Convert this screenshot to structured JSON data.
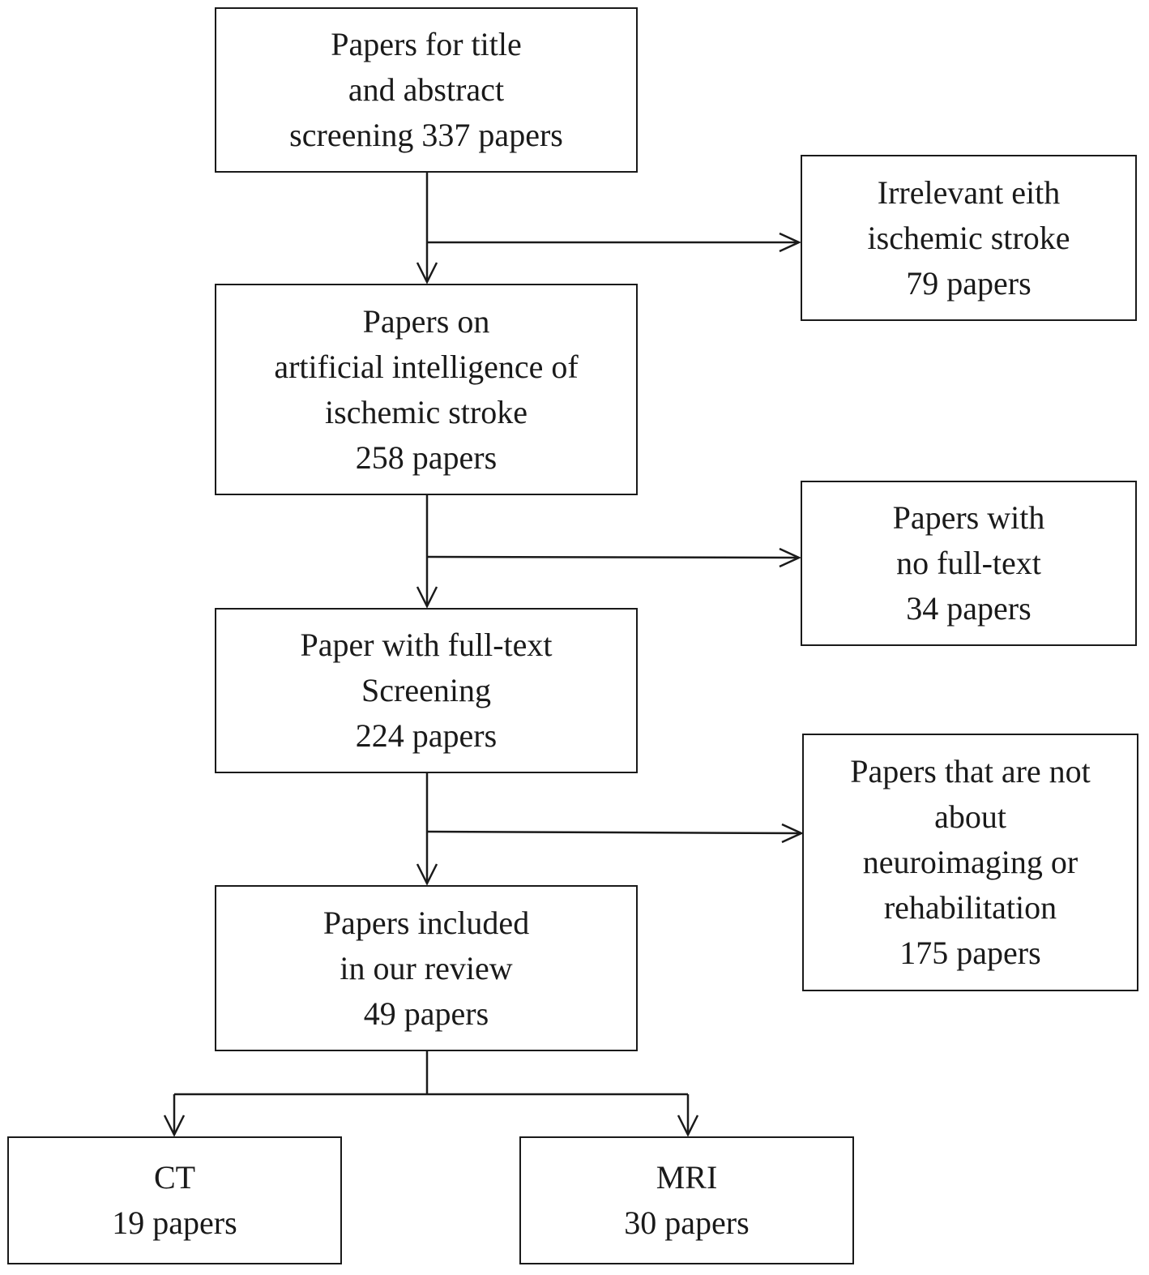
{
  "nodes": {
    "screening": {
      "lines": [
        "Papers for title",
        "and abstract",
        "screening 337 papers"
      ]
    },
    "irrelevant": {
      "lines": [
        "Irrelevant eith",
        "ischemic stroke",
        "79 papers"
      ]
    },
    "ai_papers": {
      "lines": [
        "Papers on",
        "artificial intelligence of",
        "ischemic stroke",
        "258 papers"
      ]
    },
    "no_fulltext": {
      "lines": [
        "Papers with",
        "no full-text",
        "34 papers"
      ]
    },
    "fulltext": {
      "lines": [
        "Paper with full-text",
        "Screening",
        "224 papers"
      ]
    },
    "not_about": {
      "lines": [
        "Papers that are not",
        "about",
        "neuroimaging or",
        "rehabilitation",
        "175 papers"
      ]
    },
    "included": {
      "lines": [
        "Papers included",
        "in our review",
        "49 papers"
      ]
    },
    "ct": {
      "lines": [
        "CT",
        "19 papers"
      ]
    },
    "mri": {
      "lines": [
        "MRI",
        "30 papers"
      ]
    }
  }
}
